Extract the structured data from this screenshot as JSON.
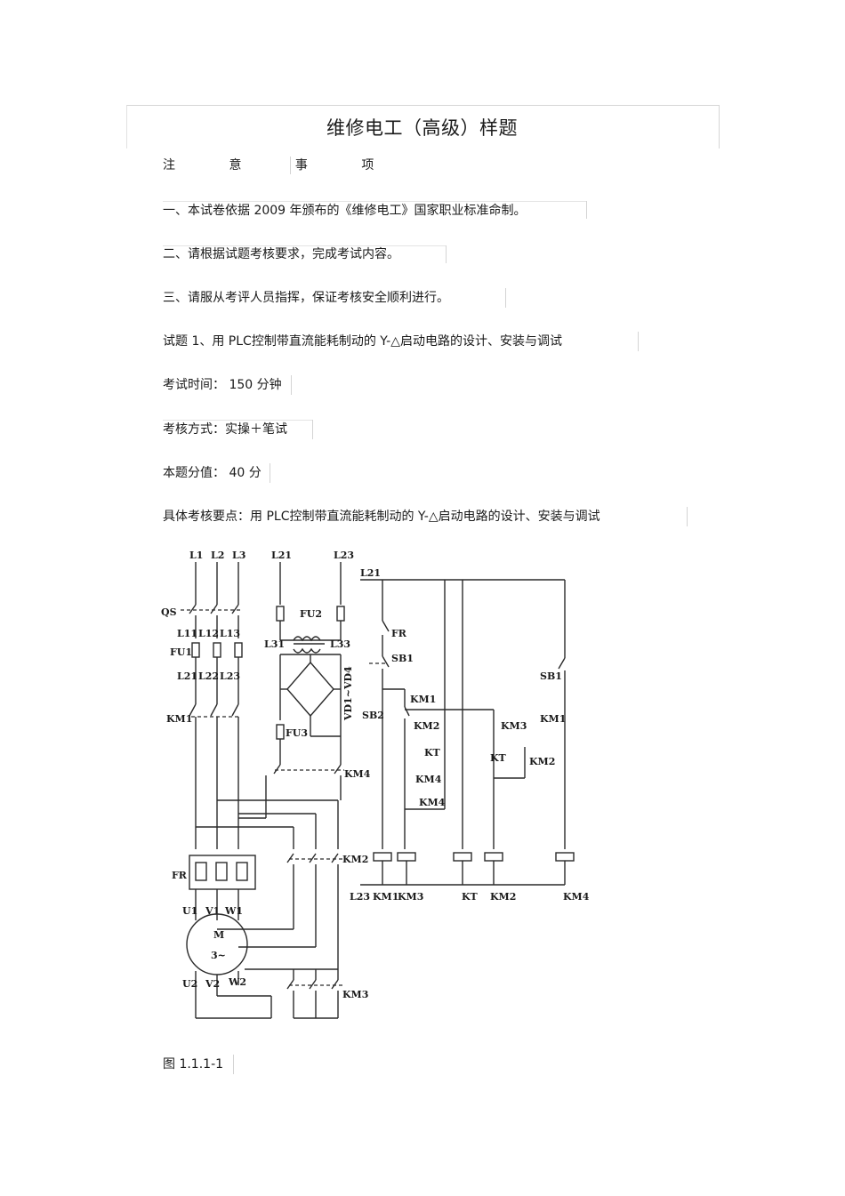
{
  "document": {
    "title": "维修电工（高级）样题",
    "notice_heading": "注 意 事 项",
    "rules": [
      "一、本试卷依据 2009 年颁布的《维修电工》国家职业标准命制。",
      "二、请根据试题考核要求，完成考试内容。",
      "三、请服从考评人员指挥，保证考核安全顺利进行。"
    ],
    "question_title": "试题 1、用 PLC控制带直流能耗制动的 Y-△启动电路的设计、安装与调试",
    "exam_time": "考试时间： 150 分钟",
    "exam_method": "考核方式：实操＋笔试",
    "score": "本题分值： 40 分",
    "key_points": "具体考核要点：用 PLC控制带直流能耗制动的 Y-△启动电路的设计、安装与调试",
    "figure_caption": "图 1.1.1-1"
  },
  "diagram_labels": {
    "L1": "L1",
    "L2": "L2",
    "L3": "L3",
    "L21": "L21",
    "L23": "L23",
    "QS": "QS",
    "FU1": "FU1",
    "FU2": "FU2",
    "FU3": "FU3",
    "L11": "L11",
    "L12": "L12",
    "L13": "L13",
    "L21b": "L21",
    "L22": "L22",
    "L23b": "L23",
    "L31": "L31",
    "L33": "L33",
    "VD": "VD1~VD4",
    "KM1": "KM1",
    "KM2": "KM2",
    "KM3": "KM3",
    "KM4": "KM4",
    "FR": "FR",
    "U1": "U1",
    "V1": "V1",
    "W1": "W1",
    "M": "M",
    "M3": "3~",
    "U2": "U2",
    "V2": "V2",
    "W2": "W2",
    "SB1": "SB1",
    "SB2": "SB2",
    "KT": "KT"
  }
}
